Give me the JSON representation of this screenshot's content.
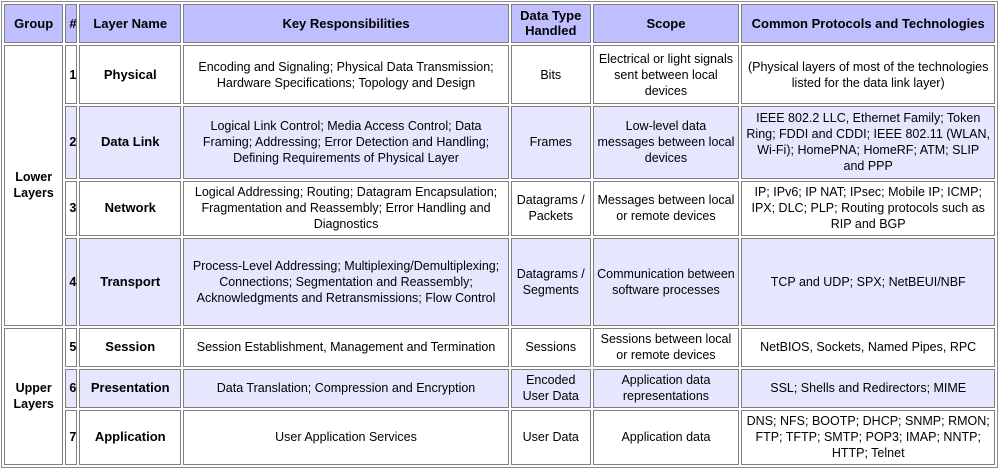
{
  "headers": {
    "group": "Group",
    "num": "#",
    "layer_name": "Layer Name",
    "responsibilities": "Key Responsibilities",
    "data_type": "Data Type Handled",
    "scope": "Scope",
    "protocols": "Common Protocols and Technologies"
  },
  "groups": {
    "lower": "Lower Layers",
    "upper": "Upper Layers"
  },
  "layers": [
    {
      "num": "1",
      "name": "Physical",
      "responsibilities": "Encoding and Signaling; Physical Data Transmission; Hardware Specifications; Topology and Design",
      "data_type": "Bits",
      "scope": "Electrical or light signals sent between local devices",
      "protocols": "(Physical layers of most of the technologies listed for the data link layer)"
    },
    {
      "num": "2",
      "name": "Data Link",
      "responsibilities": "Logical Link Control; Media Access Control; Data Framing; Addressing; Error Detection and Handling; Defining Requirements of Physical Layer",
      "data_type": "Frames",
      "scope": "Low-level data messages between local devices",
      "protocols": "IEEE 802.2 LLC, Ethernet Family; Token Ring; FDDI and CDDI; IEEE 802.11 (WLAN, Wi-Fi); HomePNA; HomeRF; ATM; SLIP and PPP"
    },
    {
      "num": "3",
      "name": "Network",
      "responsibilities": "Logical Addressing; Routing; Datagram Encapsulation; Fragmentation and Reassembly; Error Handling and Diagnostics",
      "data_type": "Datagrams / Packets",
      "scope": "Messages between local or remote devices",
      "protocols": "IP; IPv6; IP NAT; IPsec; Mobile IP; ICMP; IPX; DLC; PLP; Routing protocols such as RIP and BGP"
    },
    {
      "num": "4",
      "name": "Transport",
      "responsibilities": "Process-Level Addressing; Multiplexing/Demultiplexing; Connections; Segmentation and Reassembly; Acknowledgments and Retransmissions; Flow Control",
      "data_type": "Datagrams / Segments",
      "scope": "Communication between software processes",
      "protocols": "TCP and UDP; SPX; NetBEUI/NBF"
    },
    {
      "num": "5",
      "name": "Session",
      "responsibilities": "Session Establishment, Management and Termination",
      "data_type": "Sessions",
      "scope": "Sessions between local or remote devices",
      "protocols": "NetBIOS, Sockets, Named Pipes, RPC"
    },
    {
      "num": "6",
      "name": "Presentation",
      "responsibilities": "Data Translation; Compression and Encryption",
      "data_type": "Encoded User Data",
      "scope": "Application data representations",
      "protocols": "SSL; Shells and Redirectors; MIME"
    },
    {
      "num": "7",
      "name": "Application",
      "responsibilities": "User Application Services",
      "data_type": "User Data",
      "scope": "Application data",
      "protocols": "DNS; NFS; BOOTP; DHCP; SNMP; RMON; FTP; TFTP; SMTP; POP3; IMAP; NNTP; HTTP; Telnet"
    }
  ]
}
